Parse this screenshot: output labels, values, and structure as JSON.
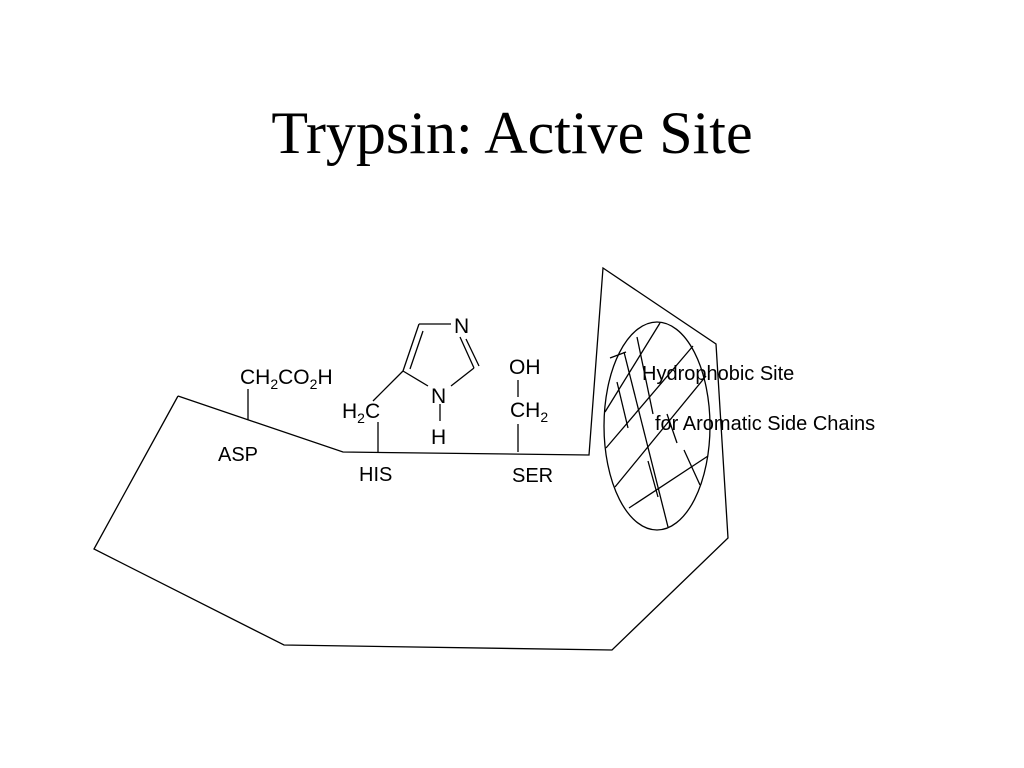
{
  "title": "Trypsin: Active Site",
  "residues": {
    "asp": {
      "name": "ASP",
      "side_chain": {
        "a": "CH",
        "a_sub": "2",
        "b": "CO",
        "b_sub": "2",
        "c": "H"
      }
    },
    "his": {
      "name": "HIS",
      "linker": {
        "a": "H",
        "a_sub": "2",
        "b": "C"
      },
      "ring_atoms": {
        "n_top": "N",
        "n_bottom": "N",
        "h": "H"
      }
    },
    "ser": {
      "name": "SER",
      "hydroxyl": "OH",
      "methylene": {
        "a": "CH",
        "a_sub": "2"
      }
    }
  },
  "pocket": {
    "line1": "Hydrophobic Site",
    "line2": "for Aromatic Side Chains"
  }
}
